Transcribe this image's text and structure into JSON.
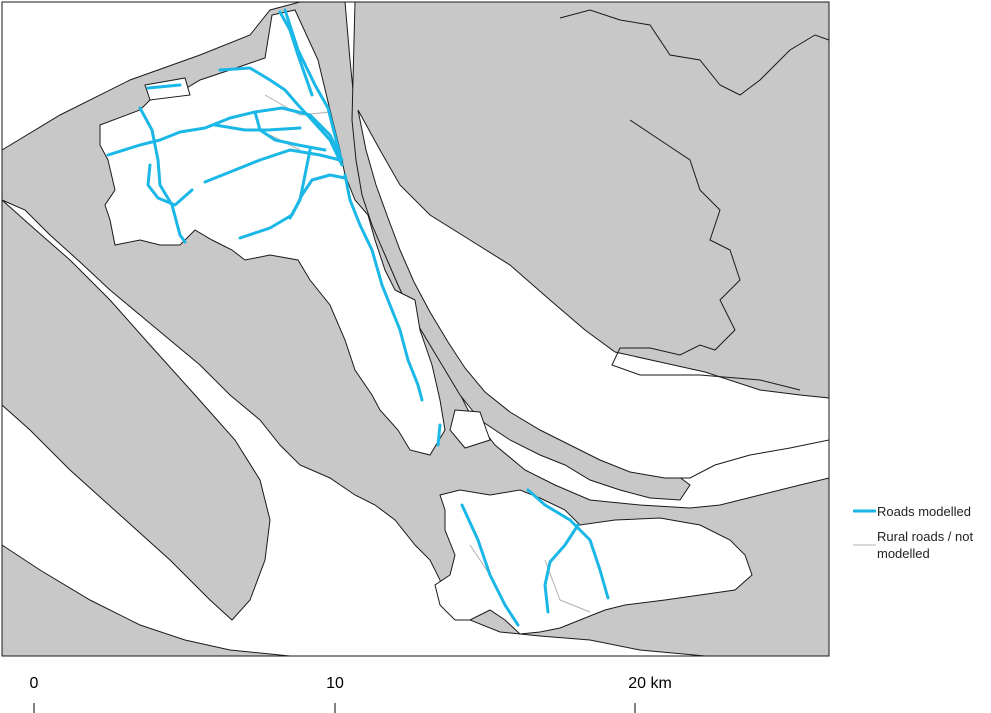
{
  "colors": {
    "land": "#c8c8c8",
    "water": "#ffffff",
    "urban": "#ffffff",
    "boundary": "#1a1a1a",
    "modelled_road": "#1bb7e6",
    "rural_road": "#b0b0b0"
  },
  "legend": {
    "roads_modelled": "Roads modelled",
    "rural_roads_line1": "Rural roads / not",
    "rural_roads_line2": "modelled"
  },
  "scale_bar": {
    "ticks": [
      "0",
      "10",
      "20 km"
    ]
  }
}
